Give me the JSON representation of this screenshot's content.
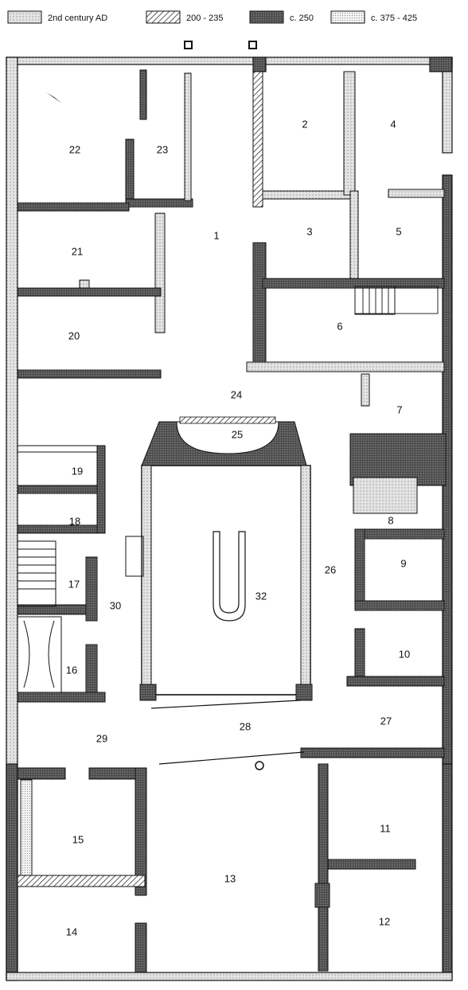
{
  "legend": [
    {
      "key": "p2",
      "label": "2nd century  AD",
      "pattern": "dots-light"
    },
    {
      "key": "p200",
      "label": "200 - 235",
      "pattern": "hatch"
    },
    {
      "key": "p250",
      "label": "c. 250",
      "pattern": "dark-dots"
    },
    {
      "key": "p375",
      "label": "c. 375 - 425",
      "pattern": "fine-dots"
    }
  ],
  "rooms": [
    {
      "id": "1"
    },
    {
      "id": "2"
    },
    {
      "id": "3"
    },
    {
      "id": "4"
    },
    {
      "id": "5"
    },
    {
      "id": "6"
    },
    {
      "id": "7"
    },
    {
      "id": "8"
    },
    {
      "id": "9"
    },
    {
      "id": "10"
    },
    {
      "id": "11"
    },
    {
      "id": "12"
    },
    {
      "id": "13"
    },
    {
      "id": "14"
    },
    {
      "id": "15"
    },
    {
      "id": "16"
    },
    {
      "id": "17"
    },
    {
      "id": "18"
    },
    {
      "id": "19"
    },
    {
      "id": "20"
    },
    {
      "id": "21"
    },
    {
      "id": "22"
    },
    {
      "id": "23"
    },
    {
      "id": "24"
    },
    {
      "id": "25"
    },
    {
      "id": "26"
    },
    {
      "id": "27"
    },
    {
      "id": "28"
    },
    {
      "id": "29"
    },
    {
      "id": "30"
    },
    {
      "id": "32"
    }
  ],
  "colors": {
    "wall_dark": "#3a3a3a",
    "wall_mid": "#8a8a8a",
    "wall_light": "#c9c9c9",
    "line": "#111111"
  }
}
